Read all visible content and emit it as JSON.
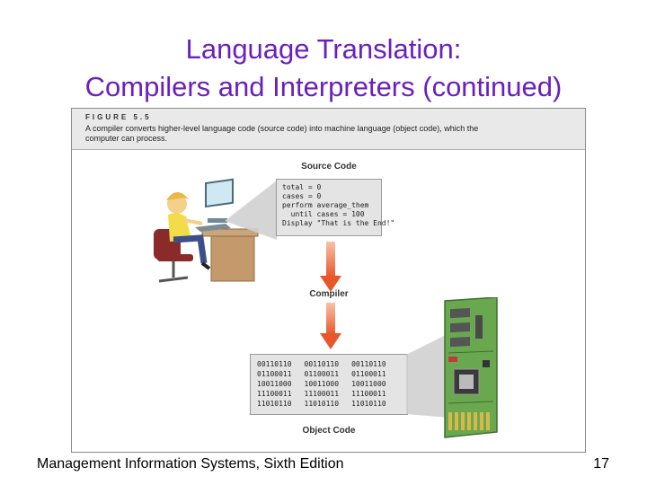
{
  "slide": {
    "title_line1": "Language Translation:",
    "title_line2": "Compilers and Interpreters (continued)",
    "footer": "Management Information Systems, Sixth Edition",
    "page_number": "17",
    "title_color": "#6a1fbf"
  },
  "figure": {
    "label": "FIGURE 5.5",
    "caption": "A compiler converts higher-level language code (source code) into machine language (object code), which the computer can process.",
    "source_code_label": "Source Code",
    "source_code_lines": [
      "total = 0",
      "cases = 0",
      "perform average_them",
      "  until cases = 100",
      "Display \"That is the End!\""
    ],
    "compiler_label": "Compiler",
    "object_code_label": "Object Code",
    "object_code_columns": [
      [
        "00110110",
        "01100011",
        "10011000",
        "11100011",
        "11010110"
      ],
      [
        "00110110",
        "01100011",
        "10011000",
        "11100011",
        "11010110"
      ],
      [
        "00110110",
        "01100011",
        "10011000",
        "11100011",
        "11010110"
      ]
    ],
    "icons": [
      "person-at-computer-icon",
      "circuit-board-icon",
      "down-arrow-icon"
    ],
    "arrow_color": "#e8562a"
  }
}
